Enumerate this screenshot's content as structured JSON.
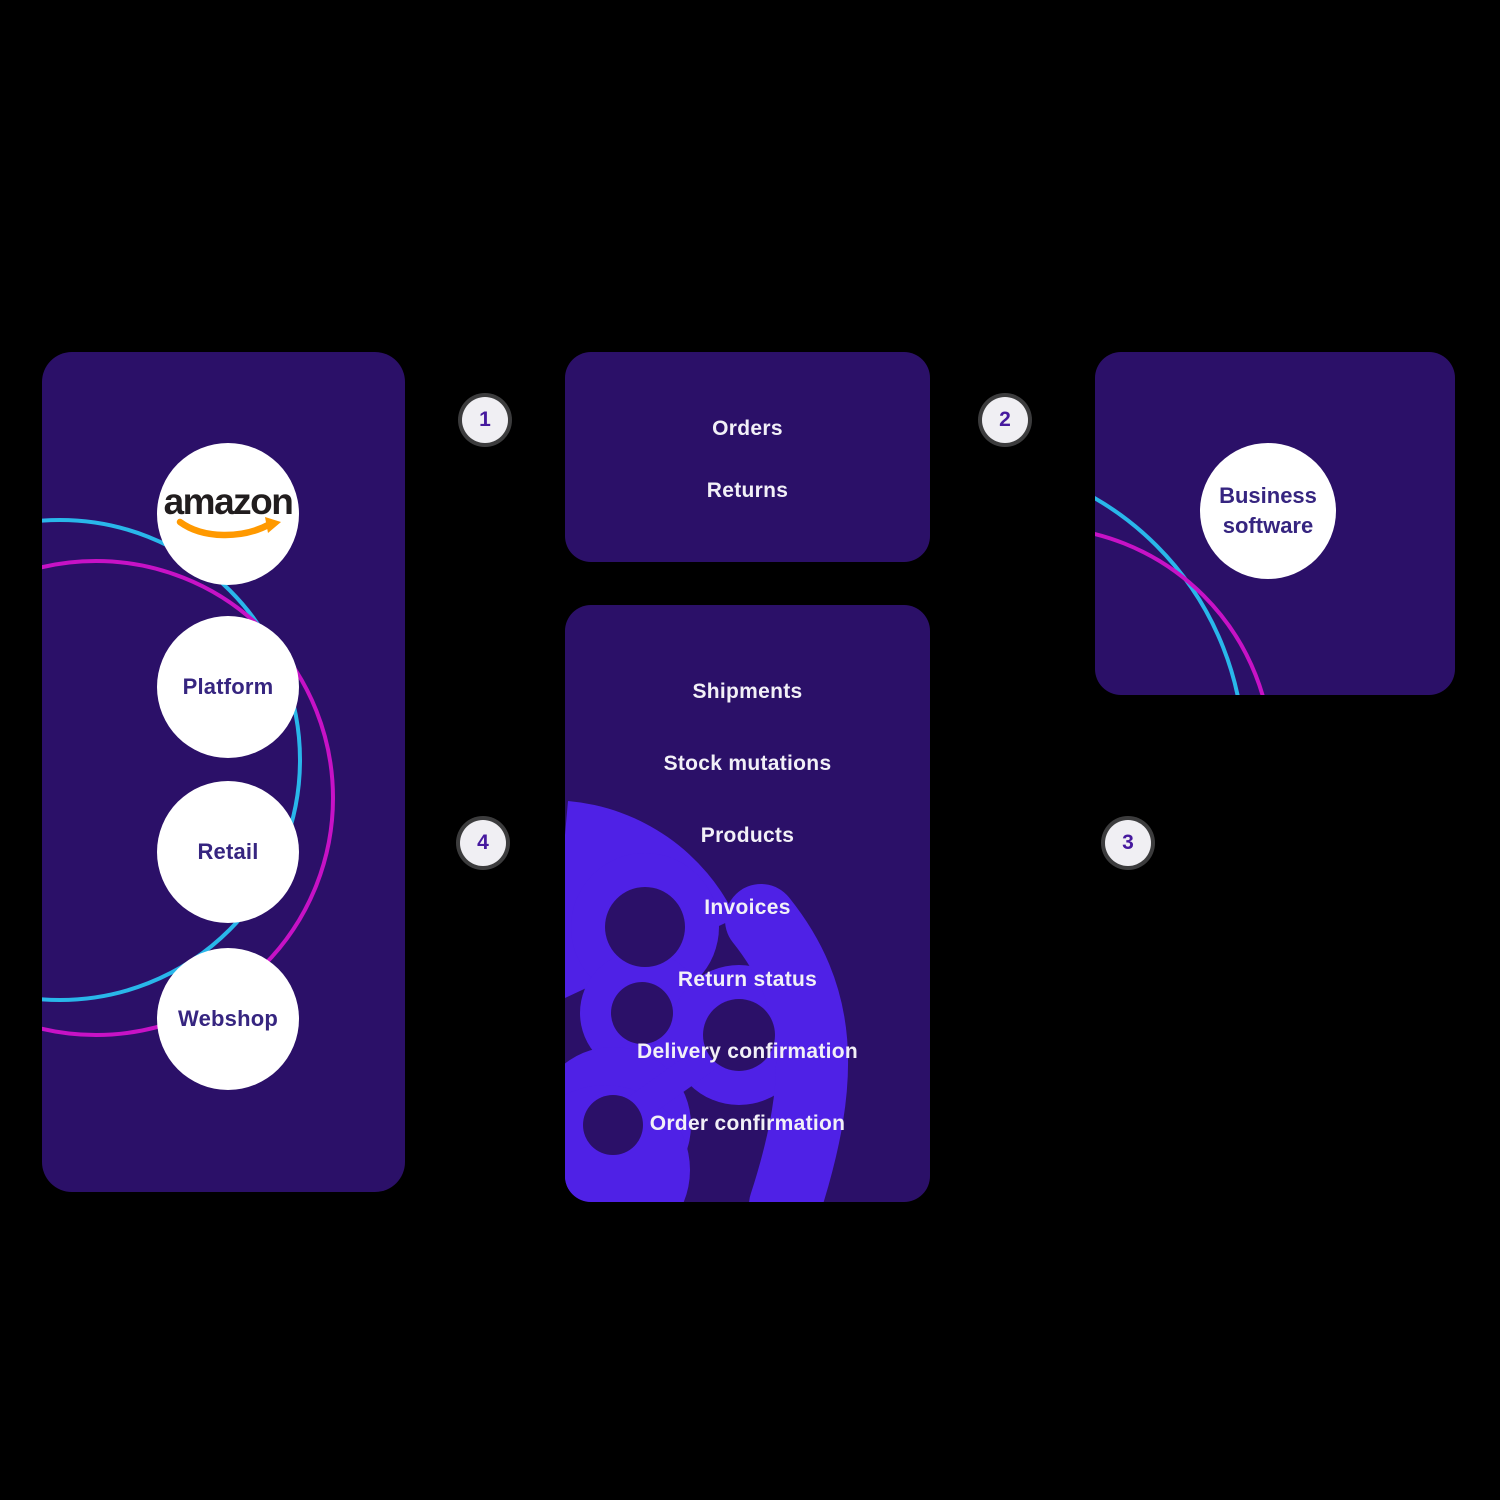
{
  "colors": {
    "page_background": "#000000",
    "card_background": "#2b1068",
    "accent_blob": "#4f21e6",
    "decor_cyan": "#29b7ea",
    "decor_magenta": "#c712c6",
    "node_circle": "#ffffff",
    "node_label": "#362580",
    "flow_text": "#f2f0f7",
    "badge_background": "#f0eff3",
    "badge_text": "#46199e",
    "amazon_text": "#211d1e",
    "amazon_arrow": "#ff9900"
  },
  "sources_panel": {
    "nodes": [
      {
        "label": "amazon",
        "type": "logo"
      },
      {
        "label": "Platform"
      },
      {
        "label": "Retail"
      },
      {
        "label": "Webshop"
      }
    ]
  },
  "orders_box": {
    "items": [
      "Orders",
      "Returns"
    ]
  },
  "data_box": {
    "items": [
      "Shipments",
      "Stock mutations",
      "Products",
      "Invoices",
      "Return status",
      "Delivery confirmation",
      "Order confirmation"
    ]
  },
  "software_box": {
    "label": "Business\nsoftware"
  },
  "badges": [
    {
      "value": "1"
    },
    {
      "value": "2"
    },
    {
      "value": "3"
    },
    {
      "value": "4"
    }
  ]
}
